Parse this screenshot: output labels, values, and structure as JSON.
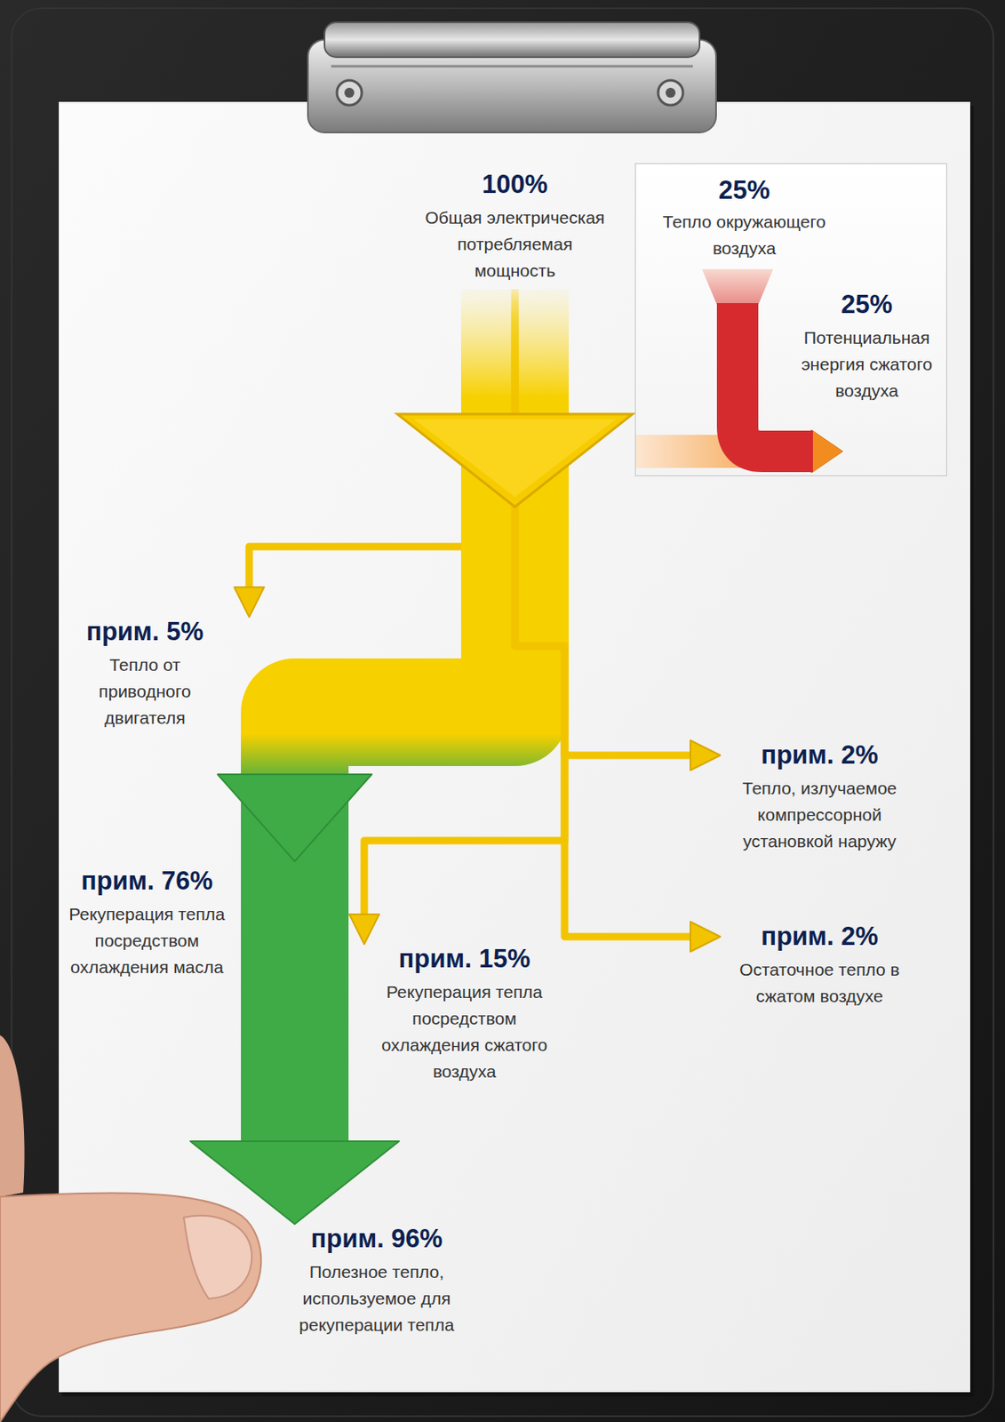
{
  "diagram": {
    "nodes": [
      {
        "text": [
          "100%",
          "Общая электрическая потребляемая мощность"
        ]
      },
      {
        "text": [
          "25%",
          "Тепло окружающего воздуха",
          "25%",
          "Потенциальная энергия сжатого воздуха"
        ]
      },
      {
        "text": [
          "прим. 5%",
          "Тепло от приводного двигателя"
        ]
      },
      {
        "text": [
          "прим. 2%",
          "Тепло, излучаемое компрессорной установкой наружу"
        ]
      },
      {
        "text": [
          "прим. 76%",
          "Рекуперация тепла посредством охлаждения масла"
        ]
      },
      {
        "text": [
          "прим. 2%",
          "Остаточное тепло в сжатом воздухе"
        ]
      },
      {
        "text": [
          "прим. 15%",
          "Рекуперация тепла посредством охлаждения сжатого воздуха"
        ]
      },
      {
        "text": [
          "прим. 96%",
          "Полезное тепло, используемое для рекуперации тепла"
        ]
      }
    ],
    "edges": [
      {
        "from": 0,
        "to": 2,
        "arrow": "to"
      },
      {
        "from": 0,
        "to": 3,
        "arrow": "to"
      },
      {
        "from": 0,
        "to": 4,
        "arrow": "to"
      },
      {
        "from": 0,
        "to": 5,
        "arrow": "to"
      },
      {
        "from": 0,
        "to": 6,
        "arrow": "to"
      },
      {
        "from": 4,
        "to": 7,
        "arrow": "to"
      }
    ]
  }
}
